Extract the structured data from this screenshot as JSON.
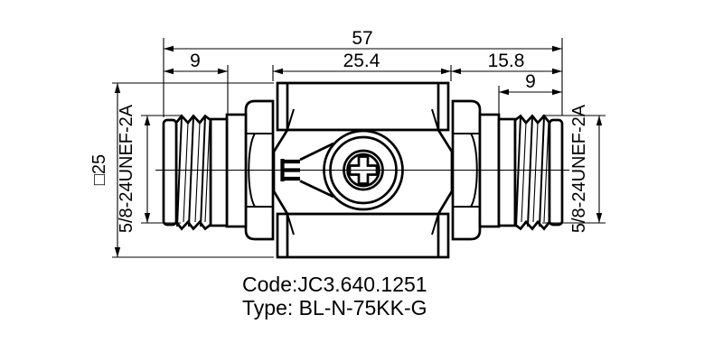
{
  "dimensions": {
    "overall_length": "57",
    "left_coupling_length": "9",
    "body_length": "25.4",
    "right_end_length": "15.8",
    "right_coupling_length": "9",
    "body_size": "□25",
    "left_thread_spec": "5/8-24UNEF-2A",
    "right_thread_spec": "5/8-24UNEF-2A"
  },
  "notes": {
    "code": "Code:JC3.640.1251",
    "type": "Type: BL-N-75KK-G"
  },
  "colors": {
    "line": "#000000",
    "background": "#ffffff"
  }
}
